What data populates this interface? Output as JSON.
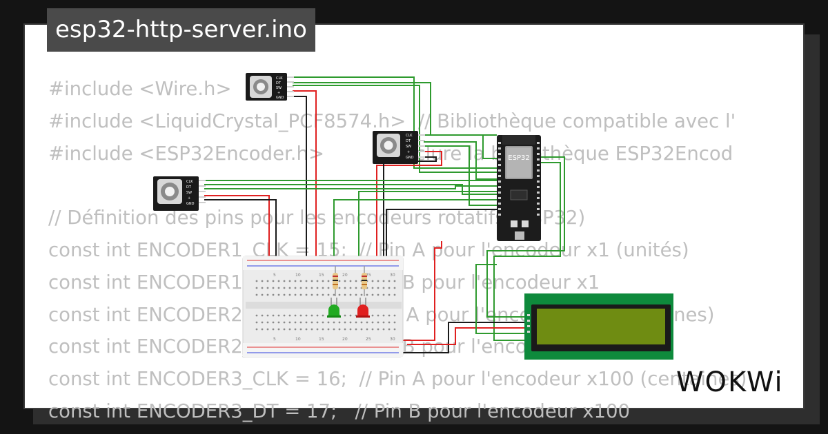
{
  "title": "esp32-http-server.ino",
  "code_lines": [
    "#include <Wire.h>",
    "#include <LiquidCrystal_PCF8574.h>  // Bibliothèque compatible avec l'",
    "#include <ESP32Encoder.h>         // Inclure la bibliothèque ESP32Encod",
    "",
    "// Définition des pins pour les encodeurs rotatifs (ESP32)",
    "const int ENCODER1_CLK = 15;  // Pin A pour l'encodeur x1 (unités)",
    "const int ENCODER1_DT = 2;    // Pin B pour l'encodeur x1",
    "const int ENCODER2_CLK = 4;   // Pin A pour l'encodeur x10 (dizaines)",
    "const int ENCODER2_DT = 5;    // Pin B pour l'encodeur x10",
    "const int ENCODER3_CLK = 16;  // Pin A pour l'encodeur x100 (centaines)",
    "const int ENCODER3_DT = 17;   // Pin B pour l'encodeur x100"
  ],
  "encoder_pins": [
    "CLK",
    "DT",
    "SW",
    "+",
    "GND"
  ],
  "esp32_label": "ESP32",
  "breadboard_numbers": [
    "5",
    "10",
    "15",
    "20",
    "25",
    "30"
  ],
  "logo_text": "WOKWi",
  "colors": {
    "wire_green": "#2e9a2e",
    "wire_red": "#e02020",
    "wire_black": "#1a1a1a",
    "lcd_board": "#0e8a3c",
    "lcd_screen": "#6f8c12",
    "esp32_board": "#1c1c1c"
  }
}
